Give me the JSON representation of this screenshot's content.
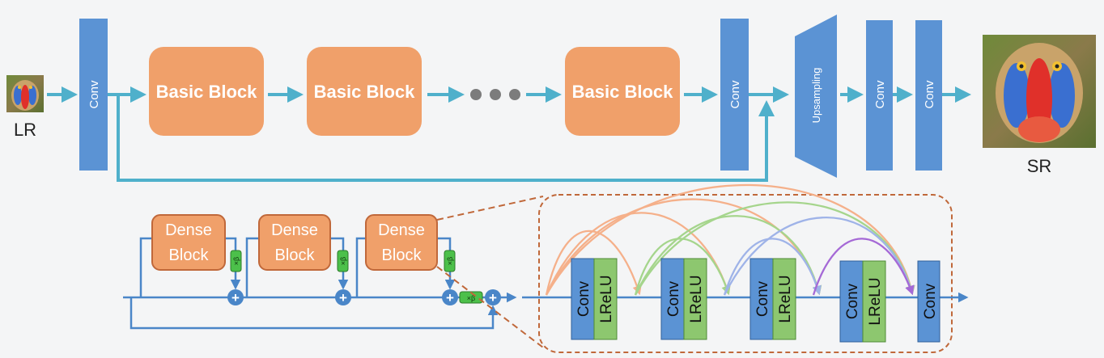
{
  "top_row": {
    "lr_label": "LR",
    "sr_label": "SR",
    "conv_label": "Conv",
    "basic_block_label": "Basic Block",
    "upsampling_label": "Upsampling"
  },
  "bottom_row": {
    "dense_block_line1": "Dense",
    "dense_block_line2": "Block",
    "scale_label": "×β",
    "dense_conv_label": "Conv",
    "dense_act_label": "LReLU",
    "plus_symbol": "+"
  },
  "colors": {
    "conv_blue": "#5b93d4",
    "block_orange": "#f0a06a",
    "arrow_teal": "#4fb0cb",
    "lrelu_green": "#8dc76f",
    "scale_green": "#4cc04a",
    "dashed_orange": "#c0683a",
    "arc_orange": "#f5b08a",
    "arc_green": "#a5d58c",
    "arc_blue": "#9fb3e8",
    "arc_purple": "#a569d6"
  }
}
